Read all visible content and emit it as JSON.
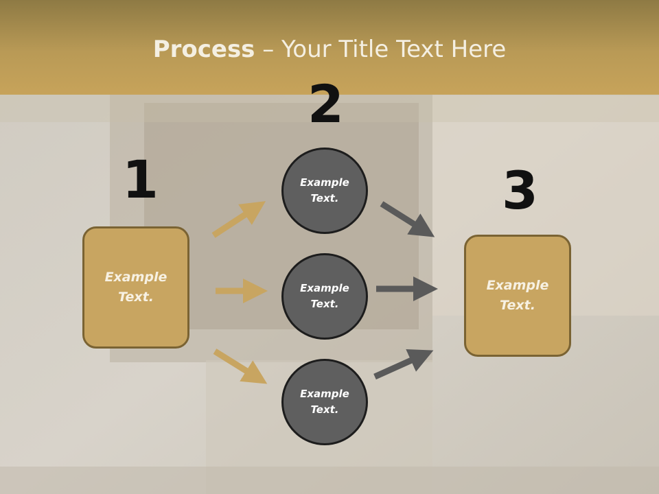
{
  "title": {
    "bold": "Process",
    "rest": " – Your Title Text Here"
  },
  "numbers": [
    "1",
    "2",
    "3"
  ],
  "left_box": {
    "text": "Example\nText."
  },
  "right_box": {
    "text": "Example\nText."
  },
  "circles": [
    {
      "text": "Example\nText."
    },
    {
      "text": "Example\nText."
    },
    {
      "text": "Example\nText."
    }
  ],
  "colors": {
    "band": "#c7a35a",
    "box": "#c8a561",
    "circle": "#5f5f5f",
    "arrow_gold": "#c8a561",
    "arrow_gray": "#5a5a5a"
  }
}
